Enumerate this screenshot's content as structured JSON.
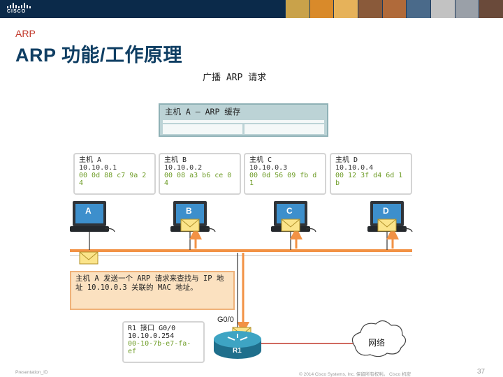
{
  "header": {
    "logo_text": "CISCO",
    "subtitle": "ARP",
    "title": "ARP 功能/工作原理"
  },
  "diagram": {
    "broadcast_label": "广播 ARP 请求",
    "arp_cache_title": "主机 A — ARP 缓存",
    "hosts": [
      {
        "letter": "A",
        "name": "主机 A",
        "ip": "10.10.0.1",
        "mac": "00 0d 88 c7 9a 24"
      },
      {
        "letter": "B",
        "name": "主机 B",
        "ip": "10.10.0.2",
        "mac": "00 08 a3 b6 ce 04"
      },
      {
        "letter": "C",
        "name": "主机 C",
        "ip": "10.10.0.3",
        "mac": "00 0d 56 09 fb d1"
      },
      {
        "letter": "D",
        "name": "主机 D",
        "ip": "10.10.0.4",
        "mac": "00 12 3f d4 6d 1b"
      }
    ],
    "callout": "主机 A 发送一个 ARP 请求来查找与 IP 地址 10.10.0.3 关联的 MAC 地址。",
    "router": {
      "interface": "R1 接口 G0/0",
      "ip": "10.10.0.254",
      "mac": "00-10-7b-e7-fa-ef",
      "port_label": "G0/0",
      "name": "R1"
    },
    "network_label": "网络"
  },
  "footer": {
    "left": "Presentation_ID",
    "center": "© 2014 Cisco Systems, Inc. 保留所有权利。 Cisco 机密",
    "page": "37"
  },
  "colors": {
    "header_bar": "#0b2a4a",
    "title": "#0f3e63",
    "subtitle": "#c23a2c",
    "bus": "#f29245",
    "mac_text": "#6f9d28",
    "arp_cache_bg": "#bcd3d6",
    "callout_bg": "#fbe1c0",
    "host_badge": "#3d8fcc"
  }
}
